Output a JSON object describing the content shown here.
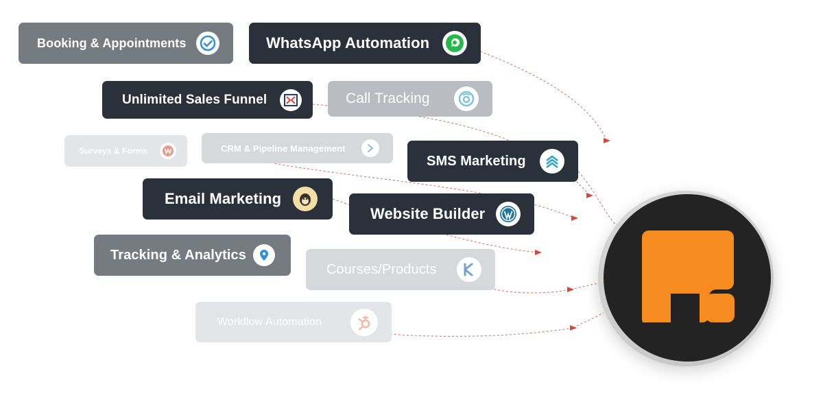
{
  "hub": {
    "logo_icon": "orange-r-logo-icon",
    "accent": "#f68b1f",
    "background": "#232323"
  },
  "integrations": [
    {
      "id": "booking",
      "label": "Booking & Appointments",
      "icon": "check-circle-icon",
      "style": "mid"
    },
    {
      "id": "whatsapp",
      "label": "WhatsApp Automation",
      "icon": "whatsapp-icon",
      "style": "dark"
    },
    {
      "id": "sales-funnel",
      "label": "Unlimited Sales Funnel",
      "icon": "clickfunnels-icon",
      "style": "dark"
    },
    {
      "id": "call-tracking",
      "label": "Call Tracking",
      "icon": "callrail-icon",
      "style": "light"
    },
    {
      "id": "surveys",
      "label": "Surveys & Forms",
      "icon": "wufoo-icon",
      "style": "xfaint"
    },
    {
      "id": "crm",
      "label": "CRM & Pipeline Management",
      "icon": "pipeline-arrow-icon",
      "style": "faint"
    },
    {
      "id": "sms",
      "label": "SMS Marketing",
      "icon": "sms-stack-icon",
      "style": "dark"
    },
    {
      "id": "email",
      "label": "Email Marketing",
      "icon": "mailchimp-icon",
      "style": "dark"
    },
    {
      "id": "website",
      "label": "Website Builder",
      "icon": "wordpress-icon",
      "style": "dark"
    },
    {
      "id": "tracking",
      "label": "Tracking & Analytics",
      "icon": "map-pin-icon",
      "style": "mid"
    },
    {
      "id": "courses",
      "label": "Courses/Products",
      "icon": "kajabi-icon",
      "style": "faint"
    },
    {
      "id": "workflow",
      "label": "Workflow Automation",
      "icon": "hubspot-icon",
      "style": "xfaint"
    }
  ],
  "colors": {
    "connector": "#d0493a",
    "dark_chip": "#2a313b"
  }
}
